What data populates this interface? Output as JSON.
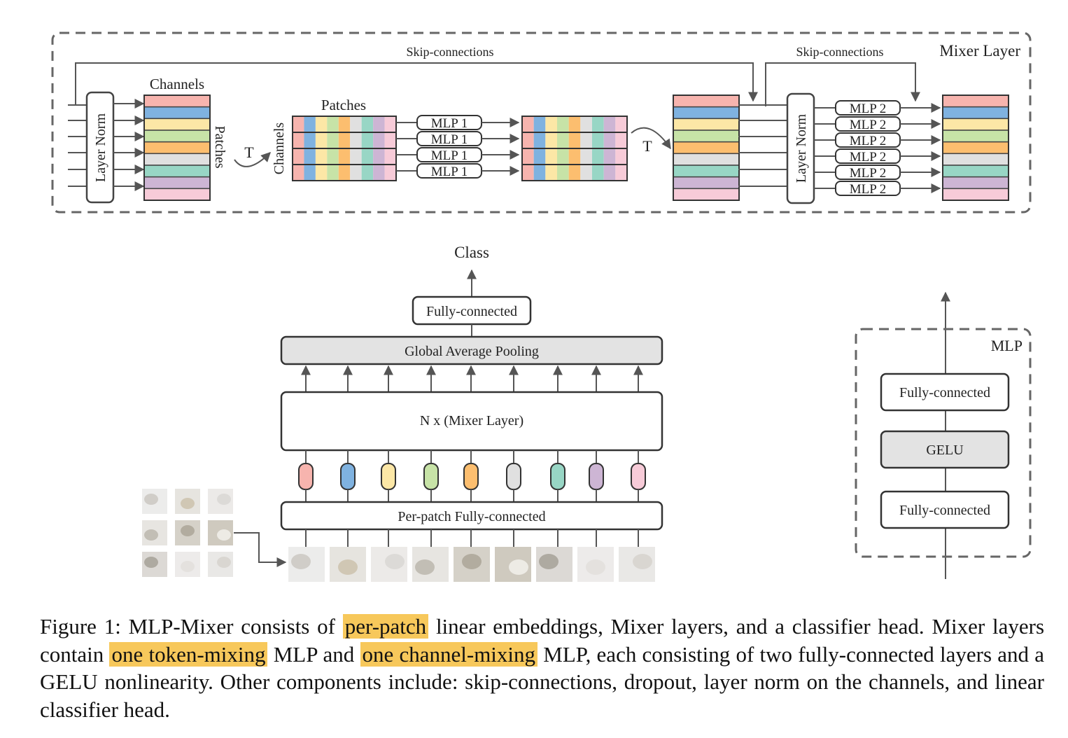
{
  "colors": {
    "patch": [
      "#f7b4ae",
      "#7fb2e0",
      "#fce7a6",
      "#c7e3a7",
      "#fcbe6f",
      "#e0e0e0",
      "#98d6c5",
      "#cdb5d4",
      "#f7cbd8"
    ],
    "highlight": "#f7c85b",
    "gray_box": "#e3e3e3",
    "line": "#555555"
  },
  "mixer_layer": {
    "title": "Mixer Layer",
    "skip1": "Skip-connections",
    "skip2": "Skip-connections",
    "layer_norm_1": "Layer Norm",
    "layer_norm_2": "Layer Norm",
    "channels_label": "Channels",
    "patches_label_side": "Patches",
    "transpose_1": "T",
    "patches_label_top": "Patches",
    "channels_label_side": "Channels",
    "mlp1_labels": [
      "MLP 1",
      "MLP 1",
      "MLP 1",
      "MLP 1"
    ],
    "transpose_2": "T",
    "mlp2_labels": [
      "MLP 2",
      "MLP 2",
      "MLP 2",
      "MLP 2",
      "MLP 2",
      "MLP 2"
    ]
  },
  "main": {
    "class_label": "Class",
    "fully_connected": "Fully-connected",
    "global_pooling": "Global Average Pooling",
    "mixer_stack": "N x (Mixer Layer)",
    "per_patch": "Per-patch Fully-connected"
  },
  "mlp": {
    "title": "MLP",
    "fc_top": "Fully-connected",
    "gelu": "GELU",
    "fc_bottom": "Fully-connected"
  },
  "caption": {
    "t1": "Figure 1: MLP-Mixer consists of ",
    "h1": "per-patch",
    "t2": " linear embeddings, Mixer layers, and a classifier head. Mixer layers contain ",
    "h2": "one token-mixing",
    "t3": " MLP and ",
    "h3": "one channel-mixing",
    "t4": " MLP, each consisting of two fully-connected layers and a GELU nonlinearity. Other components include: skip-connections, dropout, layer norm on the channels, and linear classifier head."
  }
}
